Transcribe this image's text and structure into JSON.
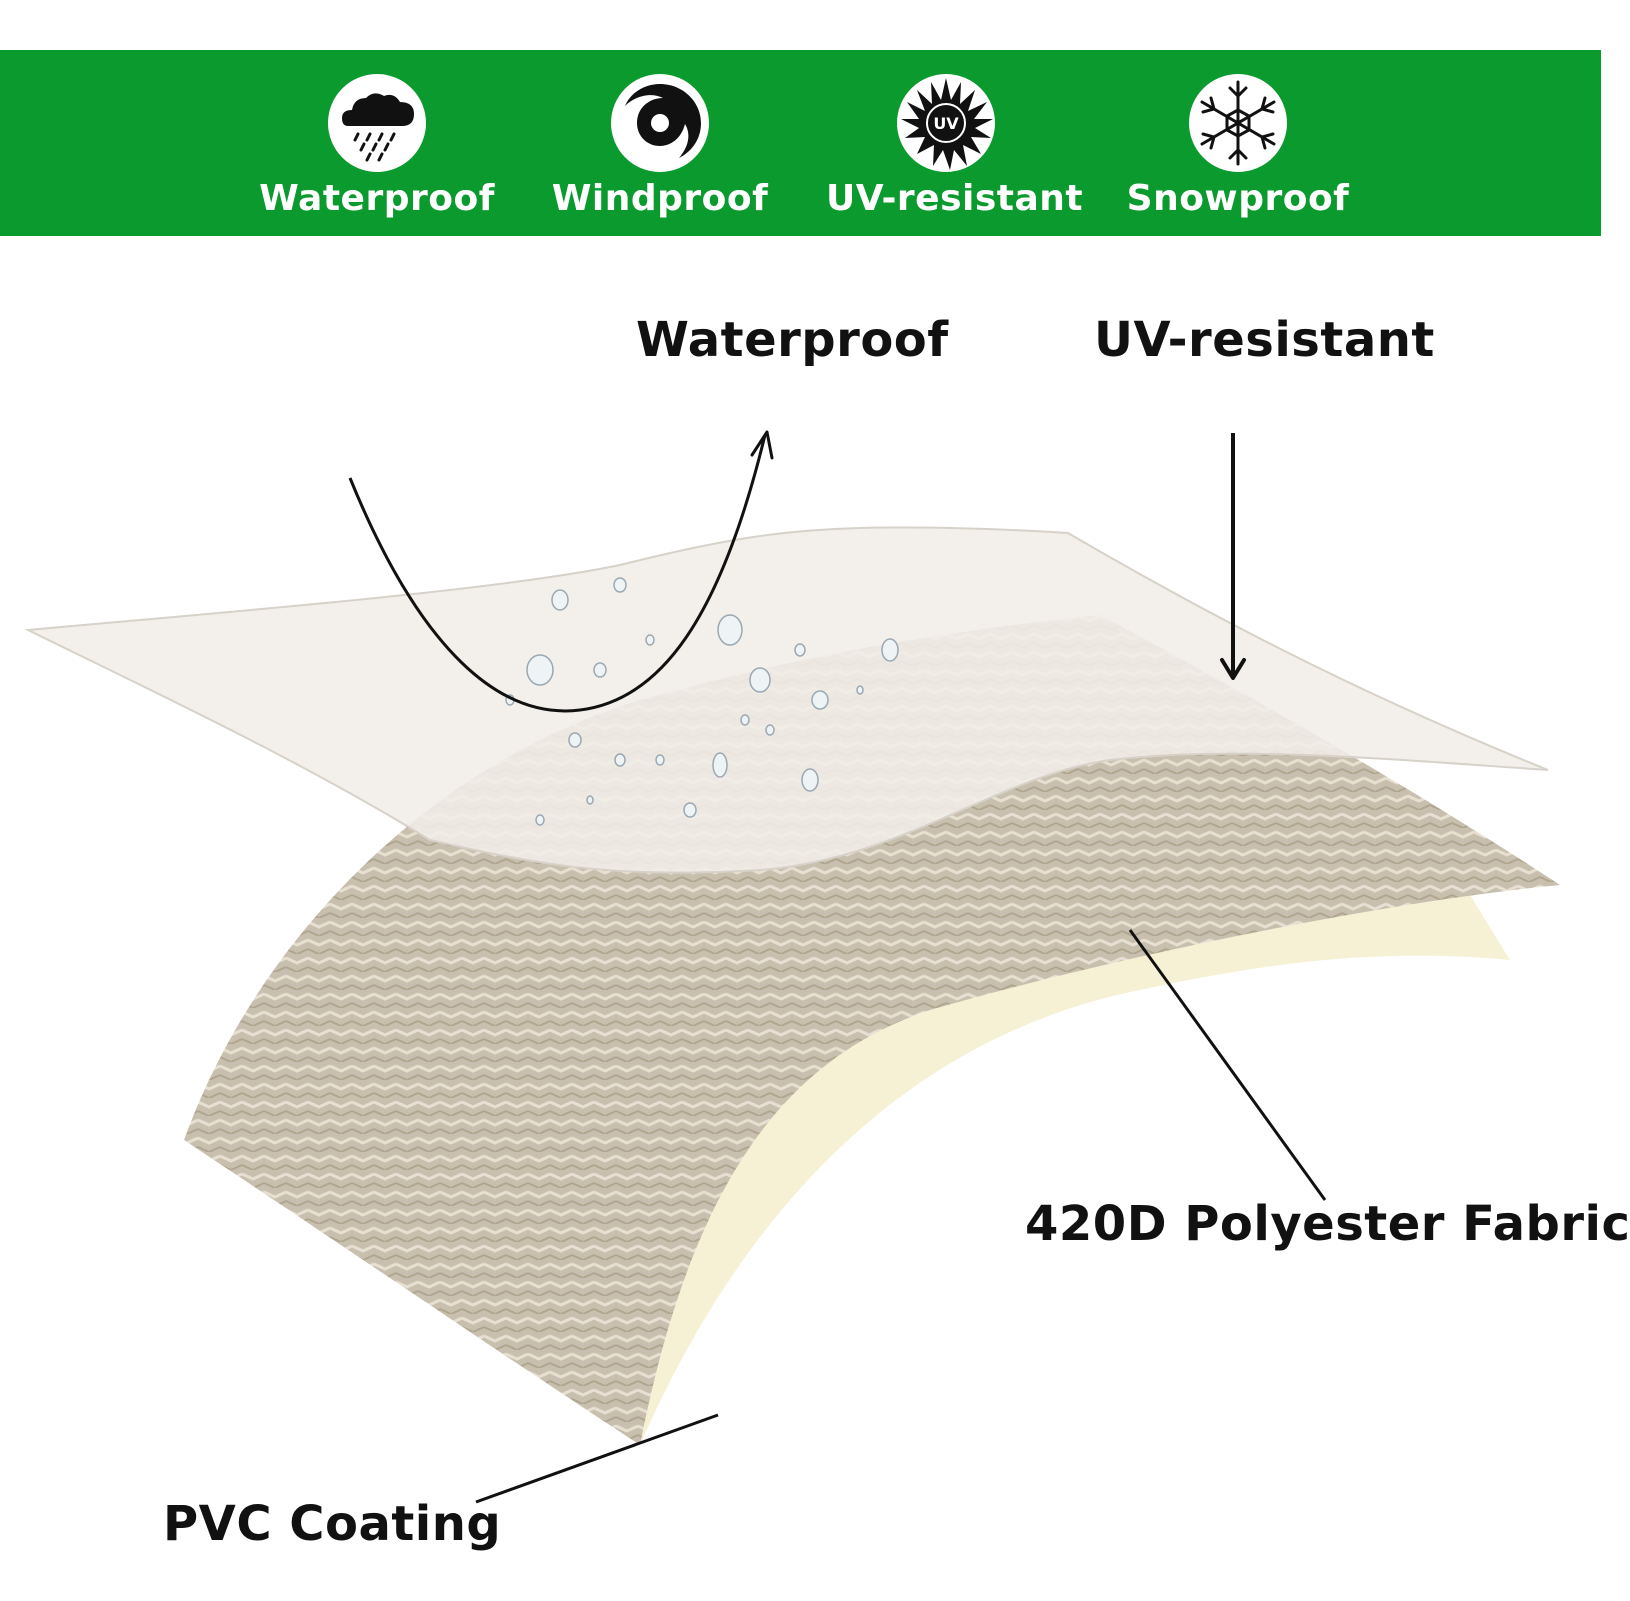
{
  "banner": {
    "color": "#0b9a2e",
    "features": [
      {
        "label": "Waterproof",
        "icon": "rain-cloud-icon"
      },
      {
        "label": "Windproof",
        "icon": "wind-swirl-icon"
      },
      {
        "label": "UV-resistant",
        "icon": "uv-sun-icon"
      },
      {
        "label": "Snowproof",
        "icon": "snowflake-icon"
      }
    ]
  },
  "callouts": {
    "waterproof": "Waterproof",
    "uv_resistant": "UV-resistant",
    "fabric": "420D Polyester Fabric",
    "coating": "PVC Coating"
  },
  "layers": {
    "top_film_color": "#f1eee8",
    "fabric_color": "#c9bfae",
    "coating_color": "#f6f1d5"
  }
}
